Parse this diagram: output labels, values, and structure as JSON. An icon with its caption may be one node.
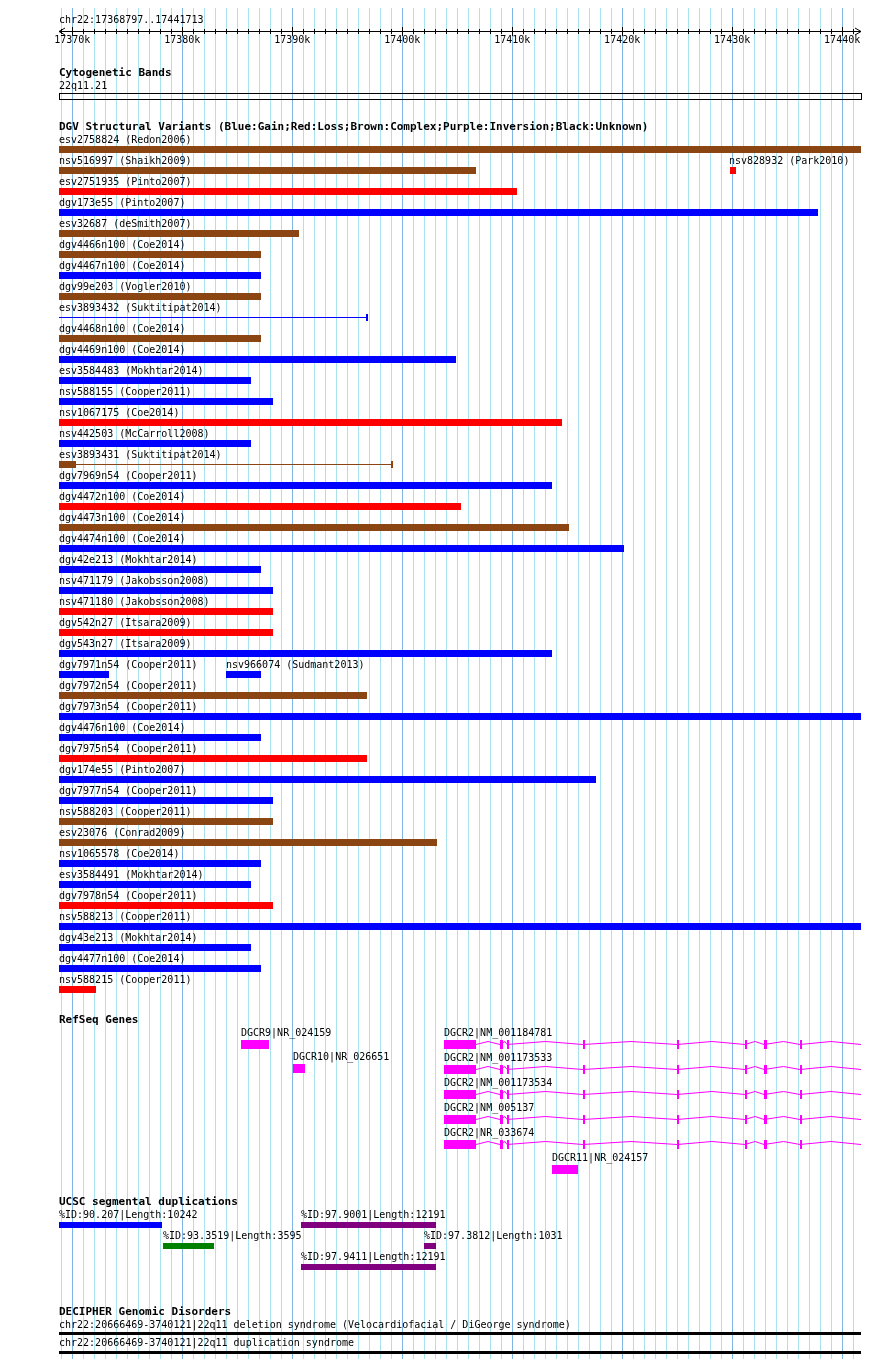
{
  "diagram": {
    "labels": [
      "chr22:17368797..17441713",
      "17370k",
      "17380k",
      "17390k",
      "17400k",
      "17410k",
      "17420k",
      "17430k",
      "17440k",
      "Cytogenetic Bands",
      "22q11.21",
      "DGV Structural Variants (Blue:Gain;Red:Loss;Brown:Complex;Purple:Inversion;Black:Unknown)",
      "esv2758824 (Redon2006)",
      "nsv516997 (Shaikh2009)",
      "nsv828932 (Park2010)",
      "esv2751935 (Pinto2007)",
      "dgv173e55 (Pinto2007)",
      "esv32687 (deSmith2007)",
      "dgv4466n100 (Coe2014)",
      "dgv4467n100 (Coe2014)",
      "dgv99e203 (Vogler2010)",
      "esv3893432 (Suktitipat2014)",
      "dgv4468n100 (Coe2014)",
      "dgv4469n100 (Coe2014)",
      "esv3584483 (Mokhtar2014)",
      "nsv588155 (Cooper2011)",
      "nsv1067175 (Coe2014)",
      "nsv442503 (McCarroll2008)",
      "esv3893431 (Suktitipat2014)",
      "dgv7969n54 (Cooper2011)",
      "dgv4472n100 (Coe2014)",
      "dgv4473n100 (Coe2014)",
      "dgv4474n100 (Coe2014)",
      "dgv42e213 (Mokhtar2014)",
      "nsv471179 (Jakobsson2008)",
      "nsv471180 (Jakobsson2008)",
      "dgv542n27 (Itsara2009)",
      "dgv543n27 (Itsara2009)",
      "dgv7971n54 (Cooper2011)",
      "nsv966074 (Sudmant2013)",
      "dgv7972n54 (Cooper2011)",
      "dgv7973n54 (Cooper2011)",
      "dgv4476n100 (Coe2014)",
      "dgv7975n54 (Cooper2011)",
      "dgv174e55 (Pinto2007)",
      "dgv7977n54 (Cooper2011)",
      "nsv588203 (Cooper2011)",
      "esv23076 (Conrad2009)",
      "nsv1065578 (Coe2014)",
      "esv3584491 (Mokhtar2014)",
      "dgv7978n54 (Cooper2011)",
      "nsv588213 (Cooper2011)",
      "dgv43e213 (Mokhtar2014)",
      "dgv4477n100 (Coe2014)",
      "nsv588215 (Cooper2011)",
      "RefSeq Genes",
      "DGCR9|NR_024159",
      "DGCR2|NM_001184781",
      "DGCR10|NR_026651",
      "DGCR2|NM_001173533",
      "DGCR2|NM_001173534",
      "DGCR2|NM_005137",
      "DGCR2|NR_033674",
      "DGCR11|NR_024157",
      "UCSC segmental duplications",
      "%ID:90.207|Length:10242",
      "%ID:97.9001|Length:12191",
      "%ID:93.3519|Length:3595",
      "%ID:97.3812|Length:1031",
      "%ID:97.9411|Length:12191",
      "DECIPHER Genomic Disorders",
      "chr22:20666469-3740121|22q11 deletion syndrome (Velocardiofacial / DiGeorge syndrome)",
      "chr22:20666469-3740121|22q11 duplication syndrome"
    ]
  }
}
